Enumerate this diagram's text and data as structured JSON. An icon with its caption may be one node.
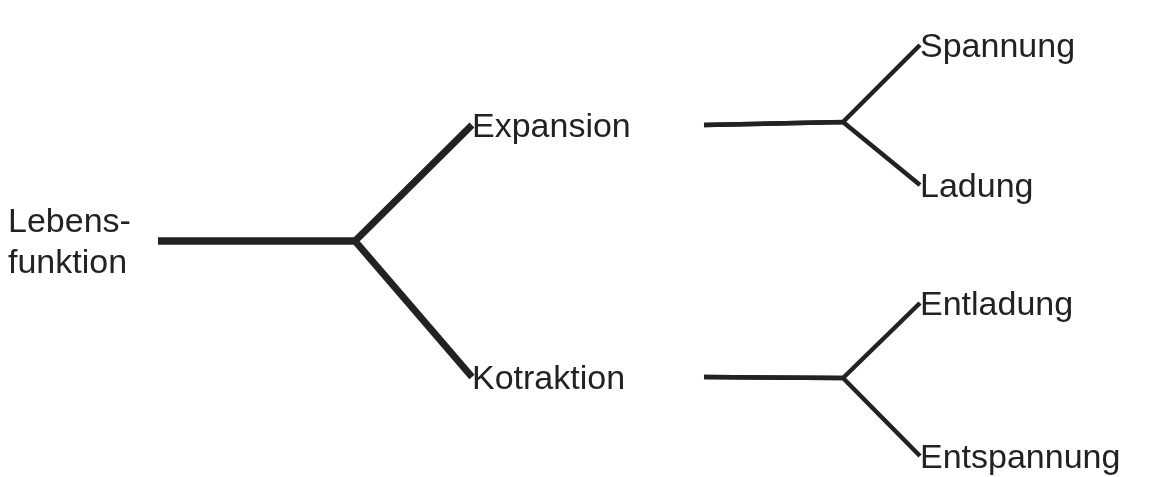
{
  "diagram": {
    "nodes": [
      {
        "text": [
          "Lebens- funktion"
        ]
      },
      {
        "text": [
          "Expansion"
        ]
      },
      {
        "text": [
          "Kotraktion"
        ]
      },
      {
        "text": [
          "Spannung"
        ]
      },
      {
        "text": [
          "Ladung"
        ]
      },
      {
        "text": [
          "Entladung"
        ]
      },
      {
        "text": [
          "Entspannung"
        ]
      }
    ],
    "edges": [
      {
        "from": 0,
        "to": 1,
        "arrow": "none"
      },
      {
        "from": 0,
        "to": 2,
        "arrow": "none"
      },
      {
        "from": 1,
        "to": 3,
        "arrow": "none"
      },
      {
        "from": 1,
        "to": 4,
        "arrow": "none"
      },
      {
        "from": 2,
        "to": 5,
        "arrow": "none"
      },
      {
        "from": 2,
        "to": 6,
        "arrow": "none"
      }
    ]
  }
}
